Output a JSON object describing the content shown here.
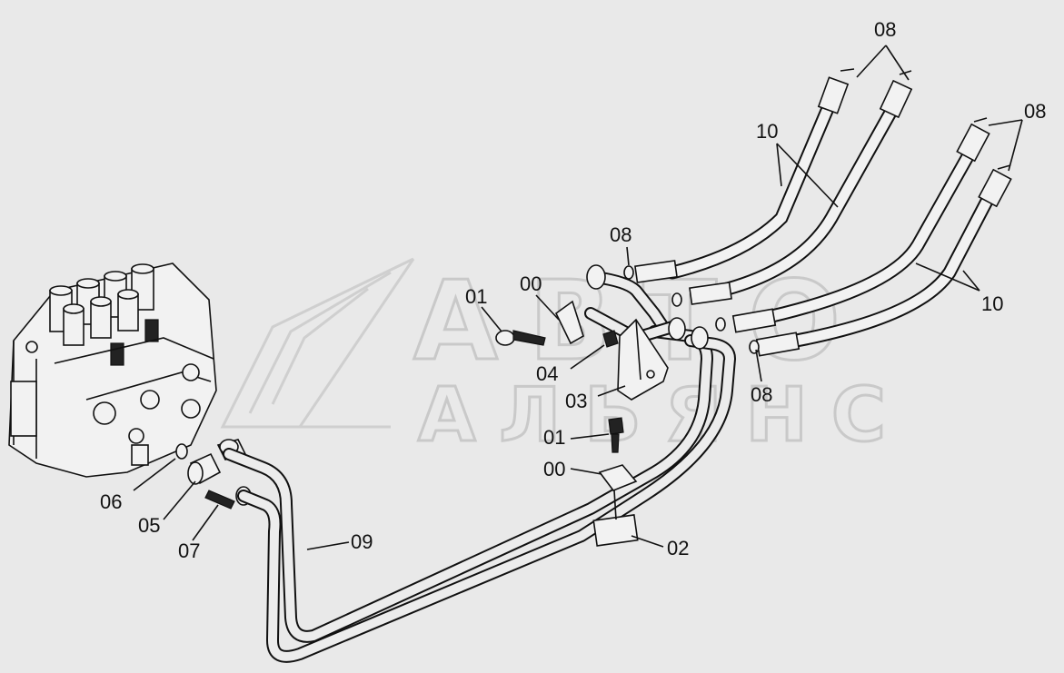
{
  "watermark": {
    "line1": "АВТО",
    "line2": "АЛЬЯНС"
  },
  "callouts": {
    "c08_top": "08",
    "c08_right": "08",
    "c10_top": "10",
    "c10_right": "10",
    "c08_mid": "08",
    "c00_upper": "00",
    "c01_upper": "01",
    "c04": "04",
    "c03": "03",
    "c08_lower": "08",
    "c01_lower": "01",
    "c00_lower": "00",
    "c02": "02",
    "c09": "09",
    "c06": "06",
    "c05": "05",
    "c07": "07"
  }
}
